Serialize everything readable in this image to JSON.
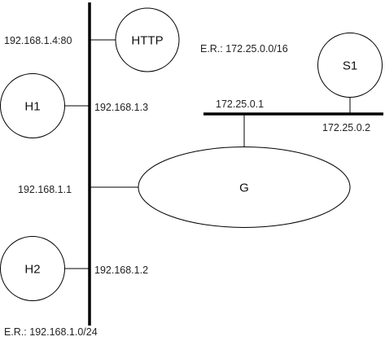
{
  "nodes": {
    "http": {
      "label": "HTTP"
    },
    "h1": {
      "label": "H1"
    },
    "h2": {
      "label": "H2"
    },
    "s1": {
      "label": "S1"
    },
    "g": {
      "label": "G"
    }
  },
  "addresses": {
    "http": "192.168.1.4:80",
    "h1": "192.168.1.3",
    "g_left": "192.168.1.1",
    "h2": "192.168.1.2",
    "g_right": "172.25.0.1",
    "s1": "172.25.0.2"
  },
  "networks": {
    "left": "E.R.: 192.168.1.0/24",
    "right": "E.R.: 172.25.0.0/16"
  }
}
